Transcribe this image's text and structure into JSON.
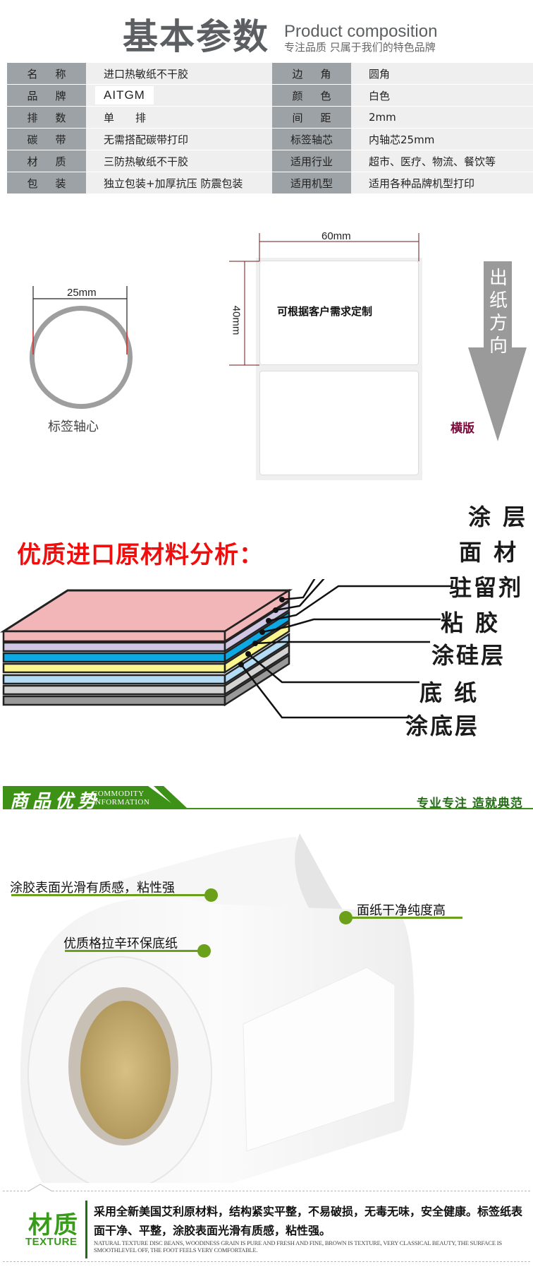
{
  "header": {
    "title_cn": "基本参数",
    "title_en": "Product composition",
    "subtitle": "专注品质 只属于我们的特色品牌"
  },
  "spec_table": {
    "left": [
      {
        "label": [
          "名",
          "称"
        ],
        "value": "进口热敏纸不干胶"
      },
      {
        "label": [
          "品",
          "牌"
        ],
        "value": "AITGM"
      },
      {
        "label": [
          "排",
          "数"
        ],
        "value": "单　　排"
      },
      {
        "label": [
          "碳",
          "带"
        ],
        "value": "无需搭配碳带打印"
      },
      {
        "label": [
          "材",
          "质"
        ],
        "value": "三防热敏纸不干胶"
      },
      {
        "label": [
          "包",
          "装"
        ],
        "value": "独立包装+加厚抗压 防震包装"
      }
    ],
    "right": [
      {
        "label": [
          "边",
          "角"
        ],
        "value": "圆角"
      },
      {
        "label": [
          "颜",
          "色"
        ],
        "value": "白色"
      },
      {
        "label": [
          "间",
          "距"
        ],
        "value": "2mm"
      },
      {
        "label": [
          "标签轴芯"
        ],
        "value": "内轴芯25mm"
      },
      {
        "label": [
          "适用行业"
        ],
        "value": "超市、医疗、物流、餐饮等"
      },
      {
        "label": [
          "适用机型"
        ],
        "value": "适用各种品牌机型打印"
      }
    ]
  },
  "core_diagram": {
    "diameter_label": "25mm",
    "caption": "标签轴心"
  },
  "label_diagram": {
    "width_label": "60mm",
    "height_label": "40mm",
    "custom_text": "可根据客户需求定制",
    "arrow_text": "出纸方向",
    "orientation": "横版"
  },
  "materials": {
    "title": "优质进口原材料分析：",
    "layers": [
      {
        "name": "涂 层",
        "color": "#f3b6b8"
      },
      {
        "name": "面 材",
        "color": "#cfc7e3"
      },
      {
        "name": "驻留剂",
        "color": "#0ca9e5"
      },
      {
        "name": "粘 胶",
        "color": "#fbf68d"
      },
      {
        "name": "涂硅层",
        "color": "#b5dcf5"
      },
      {
        "name": "底 纸",
        "color": "#d3d3d3"
      },
      {
        "name": "涂底层",
        "color": "#999999"
      }
    ]
  },
  "commodity_banner": {
    "title_cn": "商品优势",
    "title_en_line1": "COMMODITY",
    "title_en_line2": "INFORMATION",
    "slogan": "专业专注 造就典范",
    "color": "#3c9116"
  },
  "product_callouts": [
    {
      "text": "涂胶表面光滑有质感，粘性强"
    },
    {
      "text": "面纸干净纯度高"
    },
    {
      "text": "优质格拉辛环保底纸"
    }
  ],
  "texture": {
    "title_cn": "材质",
    "title_en": "TEXTURE",
    "body": "采用全新美国艾利原材料，结构紧实平整，不易破损，无毒无味，安全健康。标签纸表面干净、平整，涂胶表面光滑有质感，粘性强。",
    "small_print": "NATURAL TEXTURE DISC BEANS, WOODINESS GRAIN IS PURE AND FRESH AND FINE, BROWN IS TEXTURE, VERY CLASSICAL BEAUTY, THE SURFACE IS SMOOTHLEVEL OFF, THE FOOT FEELS VERY COMFORTABLE."
  }
}
